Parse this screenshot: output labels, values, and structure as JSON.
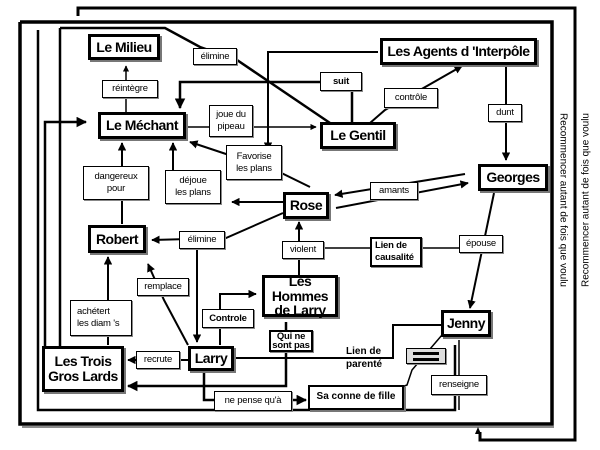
{
  "diagram": {
    "type": "concept-map",
    "language": "fr",
    "nodes": {
      "le_milieu": "Le Milieu",
      "le_mechant": "Le Méchant",
      "le_gentil": "Le Gentil",
      "agents_interpole": "Les Agents d 'Interpôle",
      "georges": "Georges",
      "rose": "Rose",
      "robert": "Robert",
      "hommes_de_larry_1": "Les Hommes",
      "hommes_de_larry_2": "de Larry",
      "larry": "Larry",
      "trois_gros_lards_1": "Les Trois",
      "trois_gros_lards_2": "Gros Lards",
      "jenny": "Jenny",
      "sa_conne_de_fille": "Sa conne de fille"
    },
    "edge_labels": {
      "elimine_top": "élimine",
      "reintegre": "réintègre",
      "suit": "suit",
      "controle_agents": "contrôle",
      "joue_du_pipeau_1": "joue du",
      "joue_du_pipeau_2": "pipeau",
      "dunt": "dunt",
      "favorise_1": "Favorise",
      "favorise_2": "les plans",
      "dangereux_1": "dangereux",
      "dangereux_2": "pour",
      "dejoue_1": "déjoue",
      "dejoue_2": "les plans",
      "amants": "amants",
      "elimine_robert": "élimine",
      "violent": "violent",
      "lien_causalite_1": "Lien de",
      "lien_causalite_2": "causalité",
      "epouse": "épouse",
      "remplace": "remplace",
      "controle_larry": "Controle",
      "achetert_1": "achétert",
      "achetert_2": "les diam 's",
      "qui_ne_1": "Qui ne",
      "qui_ne_2": "sont pas",
      "recrute": "recrute",
      "lien_parente_1": "Lien de",
      "lien_parente_2": "parenté",
      "egal": "=",
      "renseigne": "renseigne",
      "ne_pense_qua": "ne pense qu'à"
    },
    "loop_text_inner": "Recommencer autant de fois que voulu",
    "loop_text_outer": "Recommencer autant de fois que voulu",
    "edges": [
      {
        "from": "Le Méchant",
        "to": "Le Milieu",
        "label": "réintègre"
      },
      {
        "from": "Le Méchant",
        "to": "Le Gentil",
        "label": "joue du pipeau"
      },
      {
        "from": "Le Gentil",
        "to": "Le Méchant",
        "label": "suit"
      },
      {
        "from": "Le Gentil",
        "to": "Les Agents d 'Interpôle",
        "label": "contrôle"
      },
      {
        "from": "Les Agents d 'Interpôle",
        "to": "Georges",
        "label": "dunt"
      },
      {
        "from": "Rose",
        "to": "Le Méchant",
        "label": "Favorise les plans"
      },
      {
        "from": "Robert",
        "to": "Le Méchant",
        "label": "dangereux pour"
      },
      {
        "from": "Rose",
        "to": "Le Méchant",
        "label": "déjoue les plans"
      },
      {
        "from": "Rose",
        "to": "Georges",
        "label": "amants"
      },
      {
        "from": "Georges",
        "to": "Rose",
        "label": "amants"
      },
      {
        "from": "Rose",
        "to": "Robert",
        "label": "élimine"
      },
      {
        "from": "Les Hommes de Larry",
        "to": "Rose",
        "label": "violent"
      },
      {
        "from": "Georges",
        "to": "Jenny",
        "label": "épouse"
      },
      {
        "from": "Larry",
        "to": "Robert",
        "label": "remplace"
      },
      {
        "from": "Larry",
        "to": "Les Hommes de Larry",
        "label": "Controle"
      },
      {
        "from": "Les Trois Gros Lards",
        "to": "Robert",
        "label": "achétert les diam 's"
      },
      {
        "from": "Larry",
        "to": "Les Trois Gros Lards",
        "label": "recrute"
      },
      {
        "from": "Les Hommes de Larry",
        "to": "Les Trois Gros Lards",
        "label": "Qui ne sont pas"
      },
      {
        "from": "Larry",
        "to": "Sa conne de fille",
        "label": "ne pense qu'à"
      },
      {
        "from": "Jenny",
        "to": "Sa conne de fille",
        "label": "="
      },
      {
        "from": "Larry",
        "to": "Jenny",
        "label": "Lien de parenté"
      }
    ]
  }
}
